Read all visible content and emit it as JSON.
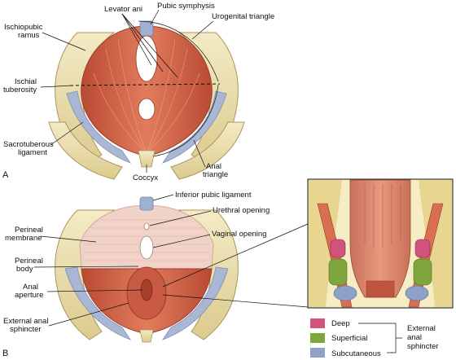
{
  "panel_a": {
    "letter": "A",
    "labels": {
      "levator_ani": "Levator ani",
      "pubic_symphysis": "Pubic symphysis",
      "urogenital_triangle": "Urogenital triangle",
      "ischiopubic_ramus_1": "Ischiopubic",
      "ischiopubic_ramus_2": "ramus",
      "ischial_tuberosity_1": "Ischial",
      "ischial_tuberosity_2": "tuberosity",
      "sacrotuberous_1": "Sacrotuberous",
      "sacrotuberous_2": "ligament",
      "coccyx": "Coccyx",
      "anal_triangle_1": "Anal",
      "anal_triangle_2": "triangle"
    }
  },
  "panel_b": {
    "letter": "B",
    "labels": {
      "inferior_pubic_ligament": "Inferior pubic ligament",
      "urethral_opening": "Urethral opening",
      "perineal_membrane_1": "Perineal",
      "perineal_membrane_2": "membrane",
      "vaginal_opening": "Vaginal opening",
      "perineal_body_1": "Perineal",
      "perineal_body_2": "body",
      "anal_aperture_1": "Anal",
      "anal_aperture_2": "aperture",
      "external_anal_sphincter_1": "External anal",
      "external_anal_sphincter_2": "sphincter"
    }
  },
  "legend": {
    "items": [
      {
        "label": "Deep",
        "color": "#d2527e"
      },
      {
        "label": "Superficial",
        "color": "#7ea63d"
      },
      {
        "label": "Subcutaneous",
        "color": "#8ea2c8"
      }
    ],
    "group_1": "External",
    "group_2": "anal",
    "group_3": "sphincter"
  },
  "colors": {
    "bone": "#efe3b4",
    "muscle": "#d86e52",
    "ligament": "#a9b6d4",
    "membrane": "#f1d2c8"
  }
}
